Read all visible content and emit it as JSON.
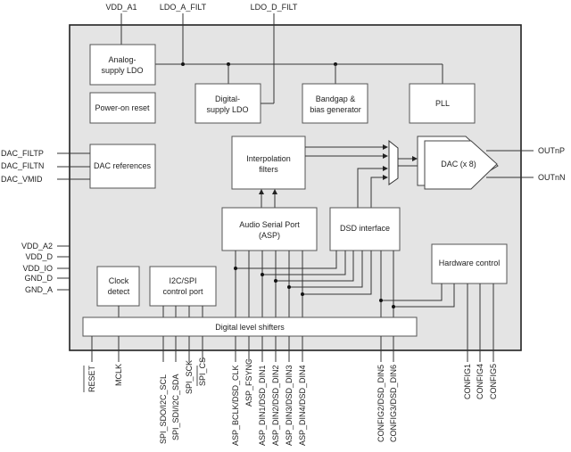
{
  "diagram": {
    "title": "DAC block diagram",
    "colors": {
      "chip_fill": "#e4e4e4",
      "chip_border": "#222222",
      "block_fill": "#ffffff",
      "wire": "#333333"
    },
    "top_pins": [
      "VDD_A1",
      "LDO_A_FILT",
      "LDO_D_FILT"
    ],
    "left_pins_ref": [
      "DAC_FILTP",
      "DAC_FILTN",
      "DAC_VMID"
    ],
    "left_pins_power": [
      "VDD_A2",
      "VDD_D",
      "VDD_IO",
      "GND_D",
      "GND_A"
    ],
    "right_pins": [
      "OUTnP",
      "OUTnN"
    ],
    "bottom_pins": {
      "reset": "RESET",
      "mclk": "MCLK",
      "control": [
        "SPI_SDO/I2C_SCL",
        "SPI_SDI/I2C_SDA",
        "SPI_SCK",
        "SPI_CS"
      ],
      "asp": [
        "ASP_BCLK/DSD_CLK",
        "ASP_FSYNC",
        "ASP_DIN1/DSD_DIN1",
        "ASP_DIN2/DSD_DIN2",
        "ASP_DIN3/DSD_DIN3",
        "ASP_DIN4/DSD_DIN4"
      ],
      "config_dsd": [
        "CONFIG2/DSD_DIN5",
        "CONFIG3/DSD_DIN6"
      ],
      "config": [
        "CONFIG1",
        "CONFIG4",
        "CONFIG5"
      ]
    },
    "blocks": {
      "analog_ldo": [
        "Analog-",
        "supply LDO"
      ],
      "por": [
        "Power-on reset"
      ],
      "digital_ldo": [
        "Digital-",
        "supply LDO"
      ],
      "bandgap": [
        "Bandgap &",
        "bias generator"
      ],
      "pll": [
        "PLL"
      ],
      "dac_ref": [
        "DAC references"
      ],
      "interp": [
        "Interpolation",
        "filters"
      ],
      "dac": [
        "DAC (x 8)"
      ],
      "asp": [
        "Audio Serial Port",
        "(ASP)"
      ],
      "dsd": [
        "DSD interface"
      ],
      "hw_ctrl": [
        "Hardware control"
      ],
      "clk_det": [
        "Clock",
        "detect"
      ],
      "ctrl_port": [
        "I2C/SPI",
        "control port"
      ],
      "level_shift": [
        "Digital level shifters"
      ]
    }
  }
}
